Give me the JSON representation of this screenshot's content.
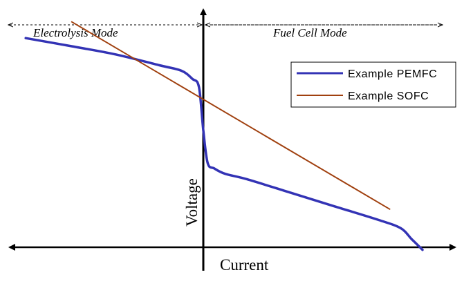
{
  "chart_data": {
    "type": "line",
    "title": "",
    "xlabel": "Current",
    "ylabel": "Voltage",
    "xlim": [
      -1,
      1
    ],
    "ylim": [
      0,
      1
    ],
    "grid": false,
    "legend_placement": "top-right",
    "ticks": "none",
    "regions": [
      {
        "label": "Electrolysis Mode",
        "x_range": [
          -1,
          0
        ]
      },
      {
        "label": "Fuel Cell Mode",
        "x_range": [
          0,
          1
        ]
      }
    ],
    "series": [
      {
        "name": "Example PEMFC",
        "color": "#3333b5",
        "x": [
          -0.81,
          -0.6,
          -0.4,
          -0.2,
          -0.1,
          -0.05,
          -0.02,
          0.0,
          0.02,
          0.05,
          0.1,
          0.2,
          0.4,
          0.6,
          0.8,
          0.9,
          0.95,
          1.0
        ],
        "y": [
          0.89,
          0.86,
          0.83,
          0.79,
          0.77,
          0.74,
          0.71,
          0.55,
          0.43,
          0.41,
          0.39,
          0.37,
          0.32,
          0.27,
          0.22,
          0.19,
          0.15,
          0.11
        ]
      },
      {
        "name": "Example SOFC",
        "color": "#a0400f",
        "x": [
          -0.6,
          0.85
        ],
        "y": [
          0.95,
          0.26
        ]
      }
    ]
  },
  "legend": {
    "items": [
      {
        "label": "Example PEMFC",
        "color": "#3333b5"
      },
      {
        "label": "Example SOFC",
        "color": "#a0400f"
      }
    ]
  }
}
